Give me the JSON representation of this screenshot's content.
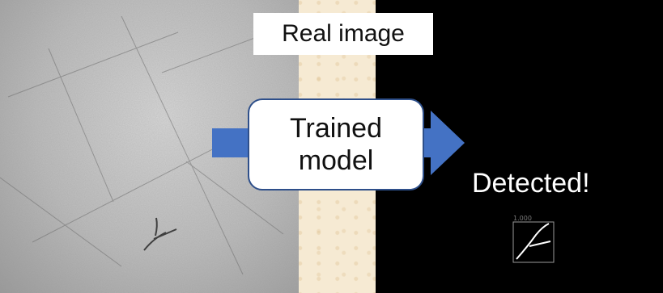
{
  "labels": {
    "real_image": "Real image",
    "model_line1": "Trained",
    "model_line2": "model",
    "detected": "Detected!",
    "confidence": "1.000"
  },
  "colors": {
    "arrow": "#4472c4",
    "model_border": "#2e4f8a",
    "detection_box": "#9a9a9a",
    "background": "#f6ead3"
  }
}
